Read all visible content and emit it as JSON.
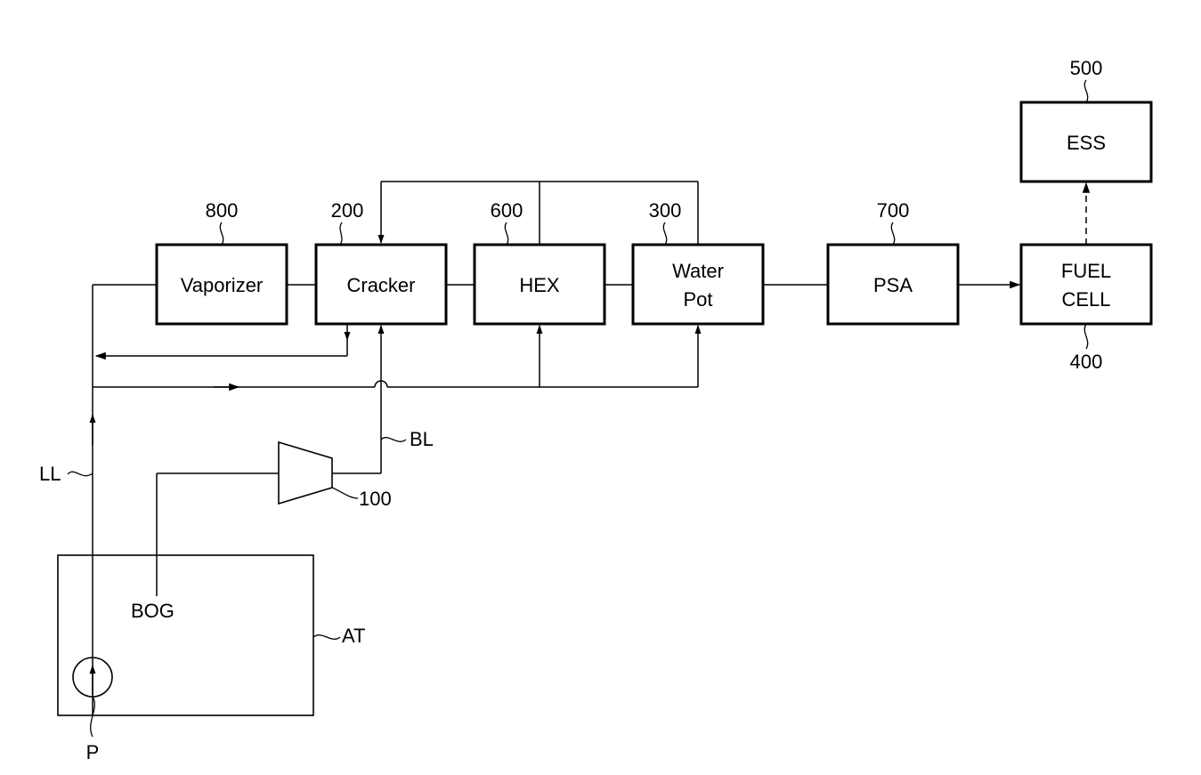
{
  "components": {
    "vaporizer": {
      "label": "Vaporizer",
      "ref": "800"
    },
    "cracker": {
      "label": "Cracker",
      "ref": "200"
    },
    "hex": {
      "label": "HEX",
      "ref": "600"
    },
    "water_pot": {
      "label_line1": "Water",
      "label_line2": "Pot",
      "ref": "300"
    },
    "psa": {
      "label": "PSA",
      "ref": "700"
    },
    "fuel_cell": {
      "label_line1": "FUEL",
      "label_line2": "CELL",
      "ref": "400"
    },
    "ess": {
      "label": "ESS",
      "ref": "500"
    },
    "compressor": {
      "ref": "100"
    },
    "tank": {
      "ref": "AT",
      "bog_label": "BOG"
    },
    "pump": {
      "ref": "P"
    }
  },
  "lines": {
    "liquid_line": "LL",
    "boil_off_line": "BL"
  }
}
